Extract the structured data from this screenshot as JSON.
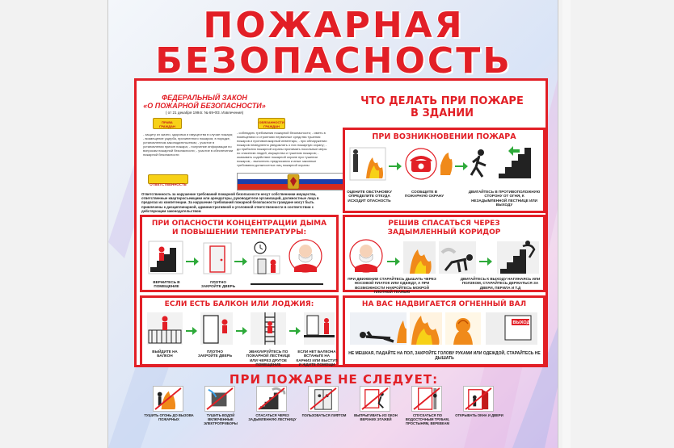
{
  "poster": {
    "title_line1": "ПОЖАРНАЯ",
    "title_line2": "БЕЗОПАСНОСТЬ",
    "law": {
      "heading_line1": "ФЕДЕРАЛЬНЫЙ ЗАКОН",
      "heading_line2": "«О ПОЖАРНОЙ БЕЗОПАСНОСТИ»",
      "subheading": "( от 21 декабря 1994г. № 69-ФЗ. Извлечения)",
      "badge_rights": "ПРАВА ГРАЖДАН",
      "badge_duties": "ОБЯЗАННОСТИ ГРАЖДАН",
      "badge_responsibility": "ОТВЕТСТВЕННОСТЬ",
      "rights_text": "- защиту их жизни, здоровья и имущества в случае пожара; - возмещение ущерба, причиненного пожаром, в порядке, установленном законодательством; - участие в установлении причин пожара; - получение информации по вопросам пожарной безопасности; - участие в обеспечении пожарной безопасности",
      "duties_text": "- соблюдать требования пожарной безопасности; - иметь в помещениях и строениях первичные средства тушения пожаров и противопожарный инвентарь; - при обнаружении пожаров немедленно уведомлять о них пожарную охрану; - до прибытия пожарной охраны принимать посильные меры по спасению людей, имущества и тушению пожаров; - оказывать содействие пожарной охране при тушении пожаров; - выполнять предписания и иные законные требования должностных лиц пожарной охраны",
      "responsibility_text": "Ответственность за нарушение требований пожарной безопасности несут собственники имущества, ответственные квартиросъемщики или арендаторы, руководители организаций, должностные лица в пределах их компетенции. За нарушение требований пожарной безопасности граждане могут быть привлечены к дисциплинарной, административной и уголовной ответственности в соответствии с действующим законодательством"
    },
    "what_to_do": {
      "heading_line1": "ЧТО ДЕЛАТЬ ПРИ ПОЖАРЕ",
      "heading_line2": "В ЗДАНИИ"
    },
    "fire_start": {
      "title": "ПРИ ВОЗНИКНОВЕНИИ ПОЖАРА",
      "captions": [
        "ОЦЕНИТЕ ОБСТАНОВКУ ОПРЕДЕЛИТЕ ОТКУДА ИСХОДИТ ОПАСНОСТЬ",
        "СООБЩИТЕ В ПОЖАРНУЮ ОХРАНУ",
        "ДВИГАЙТЕСЬ В ПРОТИВОПОЛОЖНУЮ СТОРОНУ ОТ ОГНЯ, К НЕЗАДЫМЛЕННОЙ ЛЕСТНИЦЕ ИЛИ ВЫХОДУ"
      ]
    },
    "smoke": {
      "title_line1": "ПРИ ОПАСНОСТИ КОНЦЕНТРАЦИИ ДЫМА",
      "title_line2": "И ПОВЫШЕНИИ ТЕМПЕРАТУРЫ:",
      "captions": [
        "ВЕРНИТЕСЬ В ПОМЕЩЕНИЕ",
        "ПЛОТНО ЗАКРОЙТЕ ДВЕРЬ"
      ]
    },
    "corridor": {
      "title_line1": "РЕШИВ СПАСАТЬСЯ ЧЕРЕЗ",
      "title_line2": "ЗАДЫМЛЕННЫЙ КОРИДОР",
      "captions": [
        "ПРИ ДВИЖЕНИИ СТАРАЙТЕСЬ ДЫШАТЬ ЧЕРЕЗ НОСОВОЙ ПЛАТОК ИЛИ ОДЕЖДУ, А ПРИ ВОЗМОЖНОСТИ НАКРОЙТЕСЬ МОКРОЙ ПЛОТНОЙ ТКАНЬЮ",
        "ДВИГАЙТЕСЬ К ВЫХОДУ НАГИНАЯСЬ ИЛИ ПОЛЗКОМ, СТАРАЙТЕСЬ ДЕРЖАТЬСЯ ЗА ДВЕРИ, ПЕРИЛА И Т.Д"
      ]
    },
    "balcony": {
      "title": "ЕСЛИ ЕСТЬ БАЛКОН ИЛИ ЛОДЖИЯ:",
      "captions": [
        "ВЫЙДИТЕ НА БАЛКОН",
        "ПЛОТНО ЗАКРОЙТЕ ДВЕРЬ",
        "ЭВАКУИРУЙТЕСЬ ПО ПОЖАРНОЙ ЛЕСТНИЦЕ ИЛИ ЧЕРЕЗ ДРУГОЕ ПОМЕЩЕНИЕ",
        "ЕСЛИ НЕТ БАЛКОНА ВСТАНЬТЕ НА КАРНИЗ ИЛИ ВЫСТУП И ЖДИТЕ ПОМОЩИ"
      ]
    },
    "fire_wall": {
      "title": "НА ВАС НАДВИГАЕТСЯ ОГНЕННЫЙ ВАЛ",
      "exit_sign": "ВЫХОД",
      "caption": "НЕ МЕШКАЯ, ПАДАЙТЕ НА ПОЛ, ЗАКРОЙТЕ ГОЛОВУ РУКАМИ ИЛИ ОДЕЖДОЙ, СТАРАЙТЕСЬ НЕ ДЫШАТЬ"
    },
    "dont": {
      "title": "ПРИ ПОЖАРЕ НЕ СЛЕДУЕТ:",
      "items": [
        "ТУШИТЬ ОГОНЬ ДО ВЫЗОВА ПОЖАРНЫХ",
        "ТУШИТЬ ВОДОЙ ВКЛЮЧЕННЫЕ ЭЛЕКТРОПРИБОРЫ",
        "СПАСАТЬСЯ ЧЕРЕЗ ЗАДЫМЛЕННУЮ ЛЕСТНИЦУ",
        "ПОЛЬЗОВАТЬСЯ ЛИФТОМ",
        "ВЫПРЫГИВАТЬ ИЗ ОКОН ВЕРХНИХ ЭТАЖЕЙ",
        "СПУСКАТЬСЯ ПО ВОДОСТОЧНЫМ ТРУБАМ, ПРОСТЫНЯМ, ВЕРЕВКАМ",
        "ОТКРЫВАТЬ ОКНА И ДВЕРИ"
      ]
    }
  },
  "colors": {
    "accent": "#e21f26",
    "flag_white": "#ffffff",
    "flag_blue": "#1c3faa",
    "flag_red": "#d52b1e",
    "badge_yellow": "#f7d117",
    "arrow_green": "#2eaa3a"
  },
  "icons": [
    "fire-icon",
    "telephone-icon",
    "running-person-icon",
    "stairs-icon",
    "door-icon",
    "clock-icon",
    "mask-icon",
    "crawling-person-icon",
    "balcony-icon",
    "fire-ladder-icon",
    "lying-person-icon",
    "exit-sign-icon",
    "elevator-icon",
    "window-icon",
    "pipe-icon",
    "open-door-icon",
    "arrow-right-icon"
  ]
}
